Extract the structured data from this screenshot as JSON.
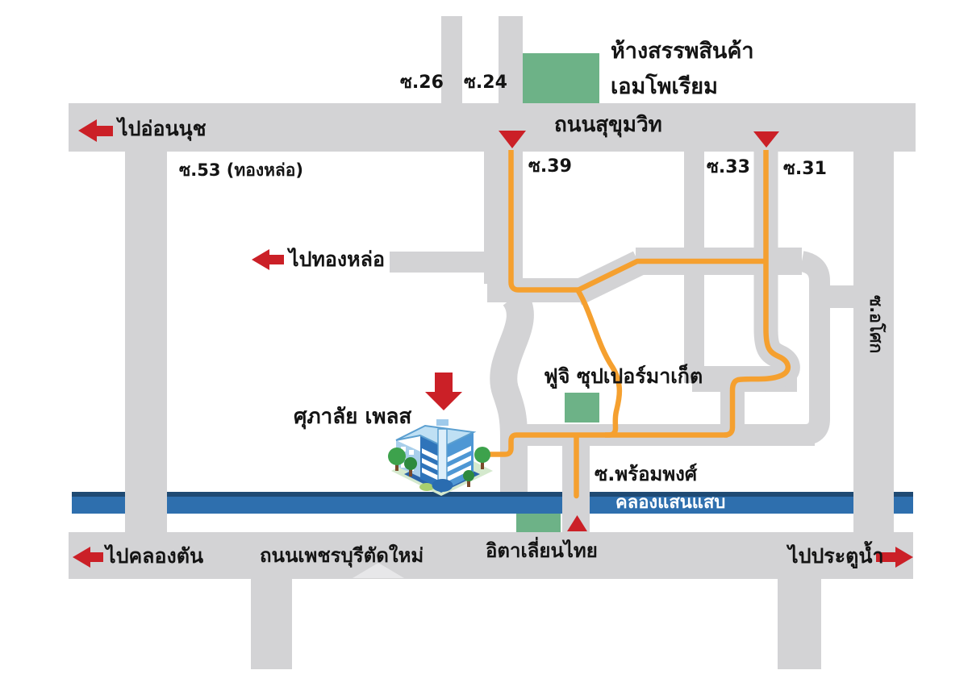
{
  "map": {
    "labels": {
      "emporium_line1": "ห้างสรรพสินค้า",
      "emporium_line2": "เอมโพเรียม",
      "soi26": "ซ.26",
      "soi24": "ซ.24",
      "to_onnut": "ไปอ่อนนุช",
      "sukhumvit_road": "ถนนสุขุมวิท",
      "soi53_thonglor": "ซ.53 (ทองหล่อ)",
      "soi39": "ซ.39",
      "soi33": "ซ.33",
      "soi31": "ซ.31",
      "to_thonglor": "ไปทองหล่อ",
      "soi_asoke": "ซ.อโศก",
      "fuji_supermarket": "ฟูจิ ซุปเปอร์มาเก็ต",
      "supalai_place": "ศุภาลัย เพลส",
      "soi_phromphong": "ซ.พร้อมพงศ์",
      "khlong_saen_saep": "คลองแสนแสบ",
      "to_khlongtan": "ไปคลองตัน",
      "new_phetchaburi_road": "ถนนเพชรบุรีตัดใหม่",
      "italian_thai": "อิตาเลี่ยนไทย",
      "to_pratunam": "ไปประตูน้ำ"
    },
    "colors": {
      "road": "#d3d3d5",
      "road_light": "#e7e7e9",
      "route_orange": "#f5a02f",
      "canal_blue": "#2e6fae",
      "canal_dark": "#1f4a73",
      "landmark_green": "#6db287",
      "marker_red": "#cb2027",
      "text": "#141414",
      "canal_text": "#ffffff"
    }
  }
}
